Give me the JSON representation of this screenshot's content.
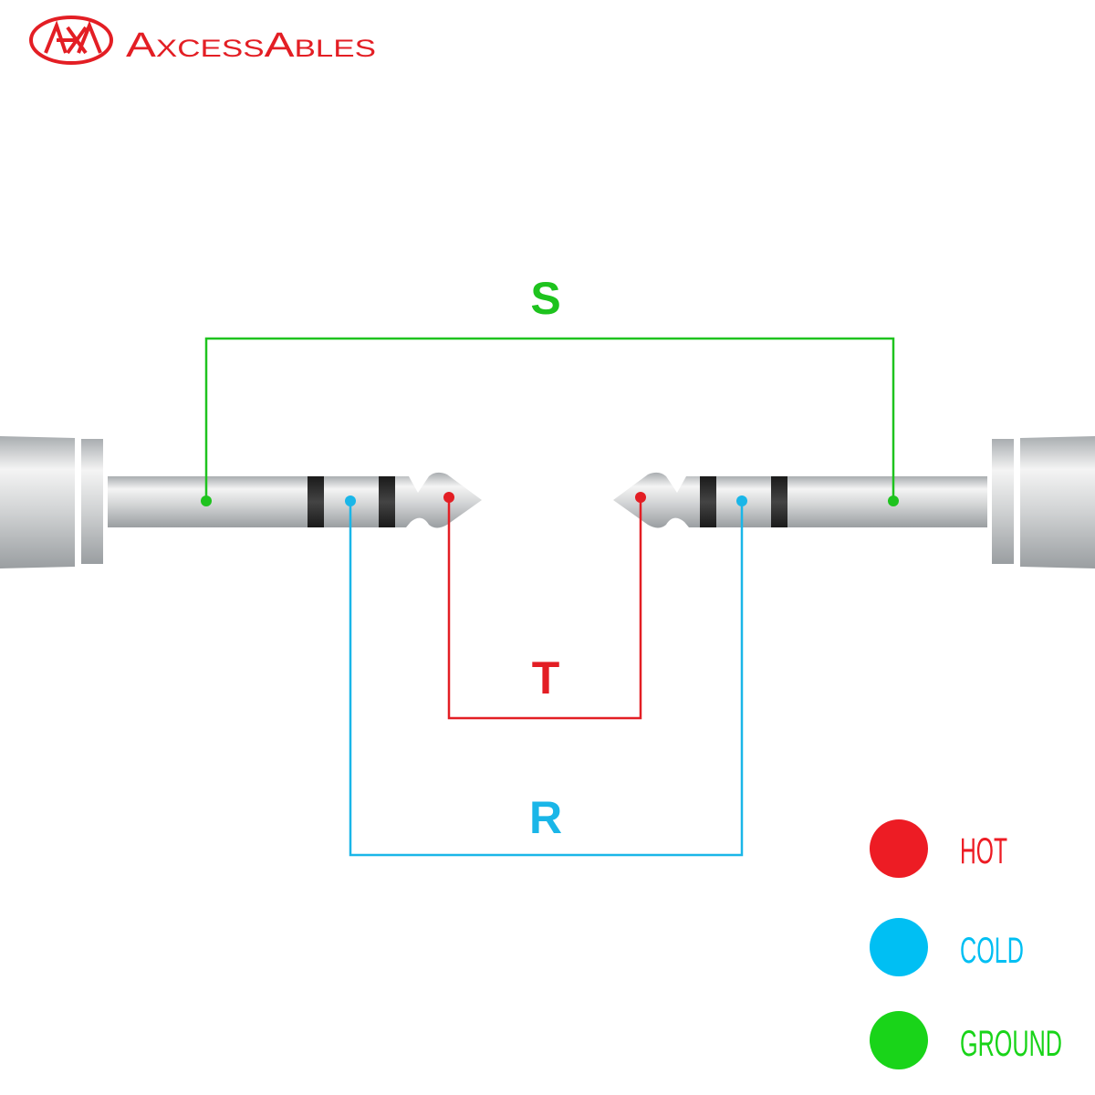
{
  "brand": {
    "logo_text": "AXA",
    "name": "AxcessAbles",
    "color": "#e31e24"
  },
  "wires": {
    "sleeve": {
      "label": "S",
      "color": "#1ec31e"
    },
    "tip": {
      "label": "T",
      "color": "#e31e24"
    },
    "ring": {
      "label": "R",
      "color": "#1ab6e8"
    }
  },
  "legend": [
    {
      "label": "HOT",
      "color": "#ed1c24"
    },
    {
      "label": "COLD",
      "color": "#00bff3"
    },
    {
      "label": "GROUND",
      "color": "#19d419"
    }
  ]
}
